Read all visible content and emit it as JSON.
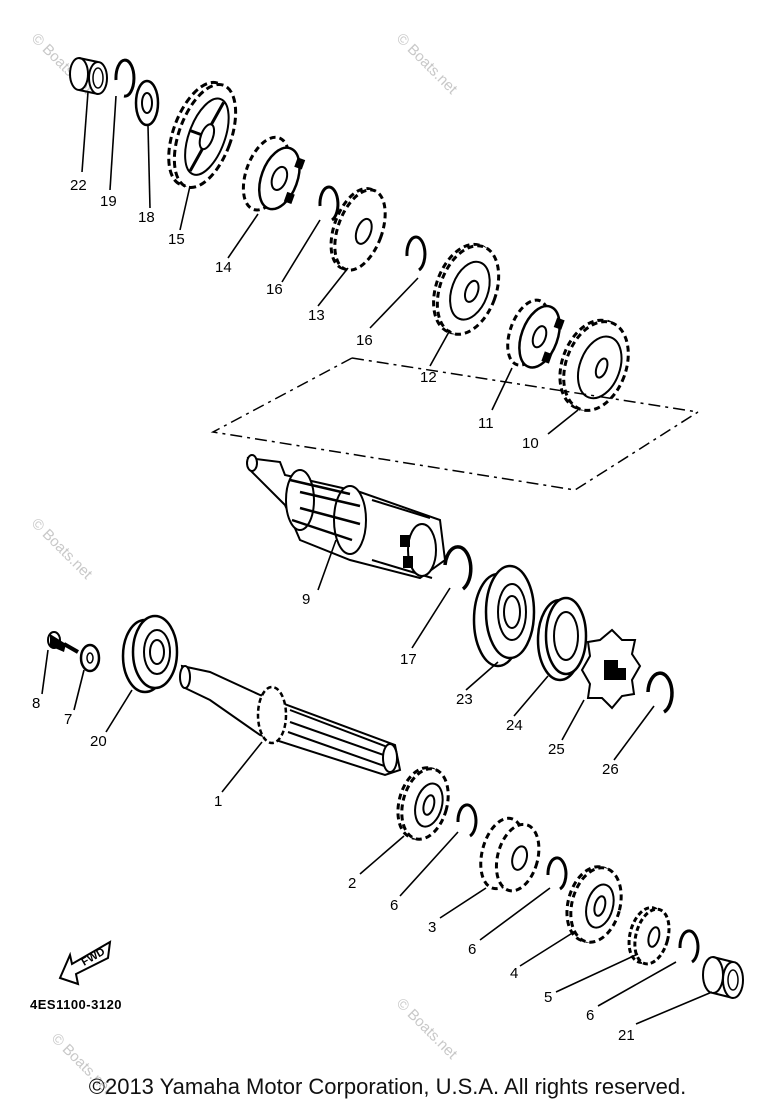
{
  "diagram": {
    "drawing_code": "4ES1100-3120",
    "fwd_label": "FWD",
    "copyright": "©2013 Yamaha Motor Corporation, U.S.A. All rights reserved.",
    "watermark": "© Boats.net",
    "part_numbers": [
      "22",
      "19",
      "18",
      "15",
      "14",
      "16",
      "13",
      "16",
      "12",
      "11",
      "10",
      "9",
      "17",
      "23",
      "24",
      "25",
      "26",
      "8",
      "7",
      "20",
      "1",
      "2",
      "6",
      "3",
      "6",
      "4",
      "5",
      "6",
      "21"
    ]
  }
}
